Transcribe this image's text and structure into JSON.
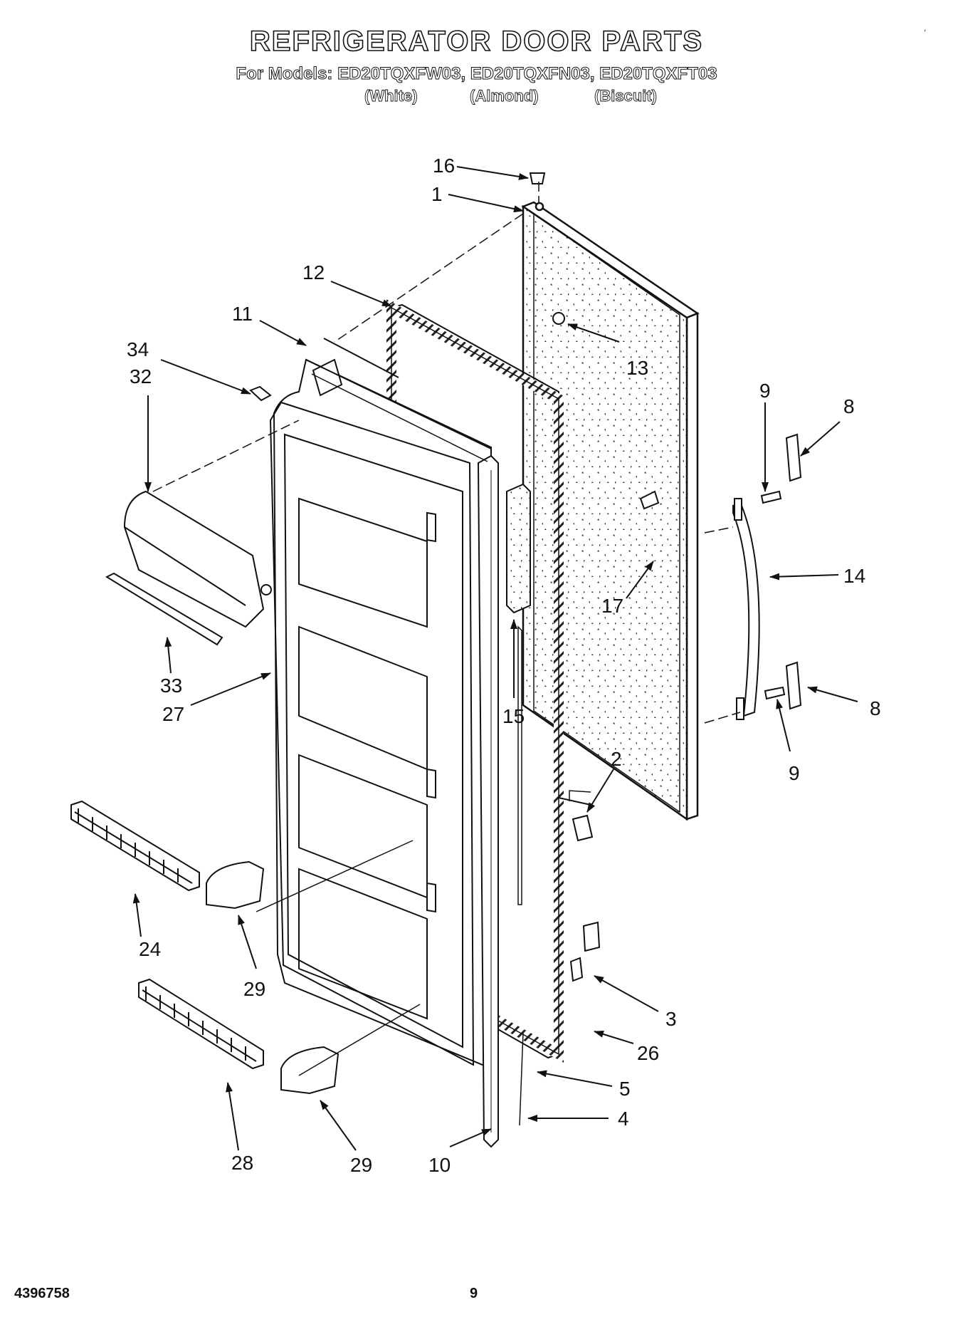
{
  "header": {
    "title": "REFRIGERATOR DOOR PARTS",
    "models_line": "For Models: ED20TQXFW03, ED20TQXFN03, ED20TQXFT03",
    "variants": [
      "(White)",
      "(Almond)",
      "(Biscuit)"
    ]
  },
  "callouts": [
    {
      "id": "c16",
      "label": "16"
    },
    {
      "id": "c1",
      "label": "1"
    },
    {
      "id": "c12",
      "label": "12"
    },
    {
      "id": "c11",
      "label": "11"
    },
    {
      "id": "c34",
      "label": "34"
    },
    {
      "id": "c32",
      "label": "32"
    },
    {
      "id": "c13",
      "label": "13"
    },
    {
      "id": "c9a",
      "label": "9"
    },
    {
      "id": "c8a",
      "label": "8"
    },
    {
      "id": "c14",
      "label": "14"
    },
    {
      "id": "c17",
      "label": "17"
    },
    {
      "id": "c33",
      "label": "33"
    },
    {
      "id": "c27",
      "label": "27"
    },
    {
      "id": "c15",
      "label": "15"
    },
    {
      "id": "c8b",
      "label": "8"
    },
    {
      "id": "c9b",
      "label": "9"
    },
    {
      "id": "c2",
      "label": "2"
    },
    {
      "id": "c24",
      "label": "24"
    },
    {
      "id": "c29a",
      "label": "29"
    },
    {
      "id": "c3",
      "label": "3"
    },
    {
      "id": "c26",
      "label": "26"
    },
    {
      "id": "c5",
      "label": "5"
    },
    {
      "id": "c4",
      "label": "4"
    },
    {
      "id": "c28",
      "label": "28"
    },
    {
      "id": "c29b",
      "label": "29"
    },
    {
      "id": "c10",
      "label": "10"
    }
  ],
  "footer": {
    "doc_number": "4396758",
    "page_number": "9",
    "corner_mark": ","
  }
}
